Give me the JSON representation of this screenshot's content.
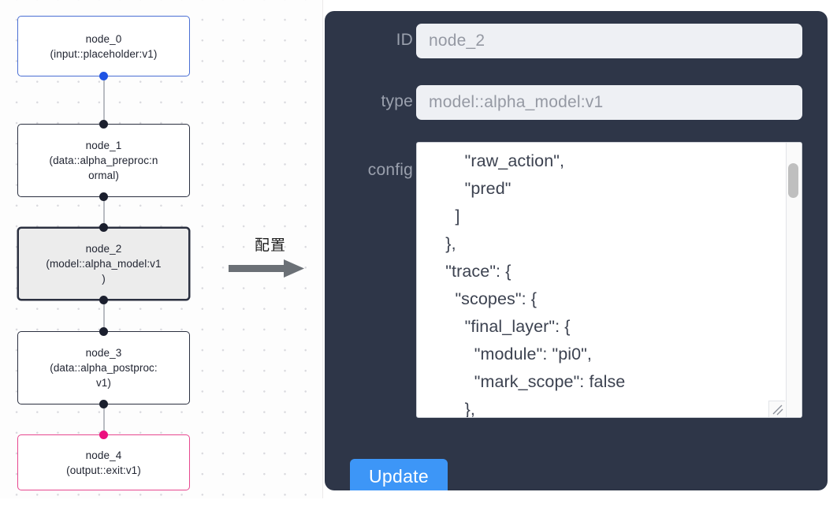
{
  "canvas": {
    "nodes": [
      {
        "id": "node_0",
        "type_line": "(input::placeholder:v1)",
        "variant": "input"
      },
      {
        "id": "node_1",
        "type_line": "(data::alpha_preproc:n\normal)",
        "variant": "default"
      },
      {
        "id": "node_2",
        "type_line": "(model::alpha_model:v1\n)",
        "variant": "selected"
      },
      {
        "id": "node_3",
        "type_line": "(data::alpha_postproc:\nv1)",
        "variant": "default"
      },
      {
        "id": "node_4",
        "type_line": "(output::exit:v1)",
        "variant": "output"
      }
    ],
    "colors": {
      "input_border": "#4a6fd4",
      "output_border": "#e7478f",
      "default_border": "#2b3040",
      "selected_fill": "#ececec",
      "edge": "#b9bcc2",
      "handle": "#1b1f2e",
      "handle_blue": "#1e53e4",
      "handle_pink": "#ec0f7e"
    }
  },
  "arrow": {
    "label": "配置",
    "color": "#6b7076"
  },
  "panel": {
    "background": "#2e3648",
    "fields": [
      {
        "label": "ID",
        "value": "node_2"
      },
      {
        "label": "type",
        "value": "model::alpha_model:v1"
      }
    ],
    "config": {
      "label": "config",
      "value": "        \"raw_action\",\n        \"pred\"\n      ]\n    },\n    \"trace\": {\n      \"scopes\": {\n        \"final_layer\": {\n          \"module\": \"pi0\",\n          \"mark_scope\": false\n        },\n        \"action_model\": {"
    },
    "update_button": {
      "label": "Update",
      "color": "#3d96f7"
    }
  }
}
